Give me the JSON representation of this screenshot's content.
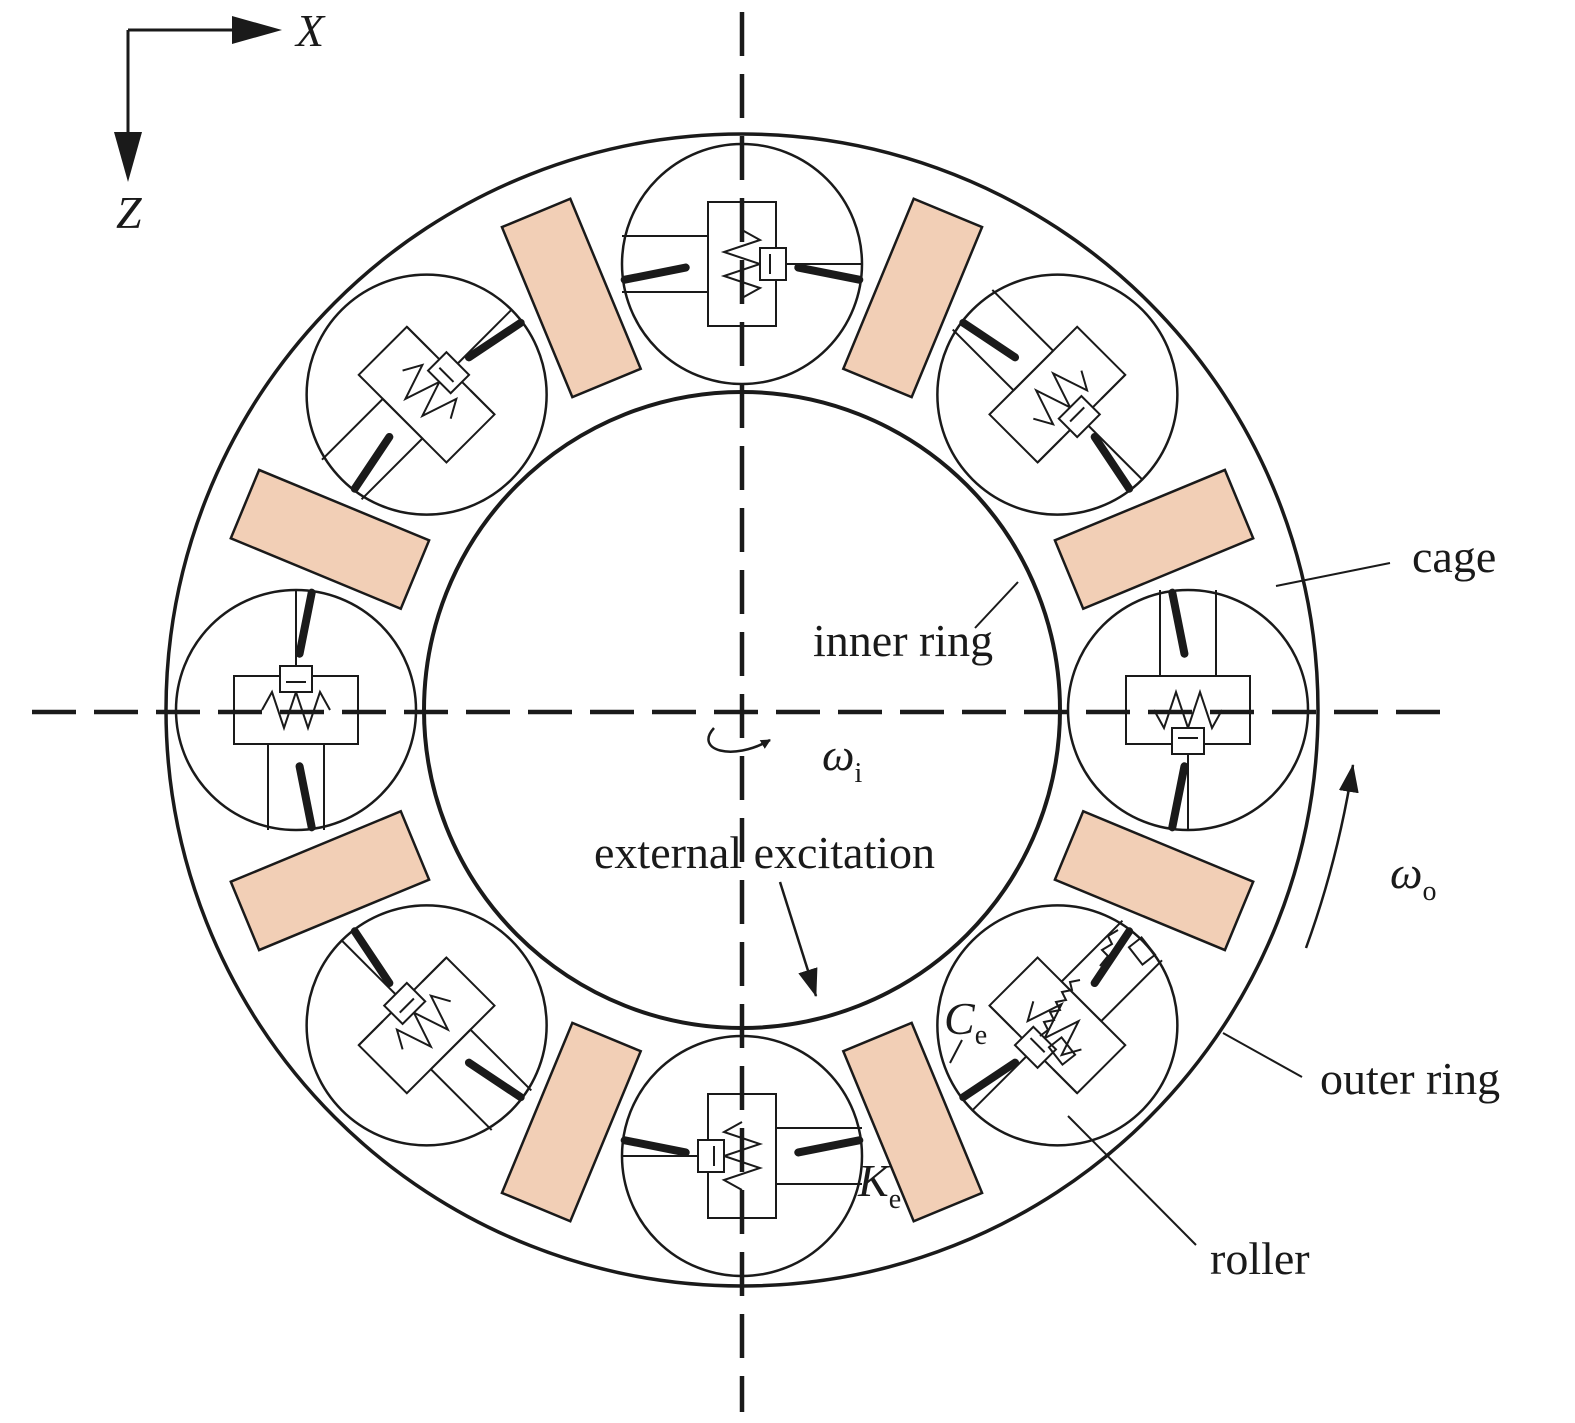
{
  "axes": {
    "x_label": "X",
    "z_label": "Z"
  },
  "labels": {
    "cage": "cage",
    "inner_ring": "inner ring",
    "outer_ring": "outer ring",
    "roller": "roller",
    "external_excitation": "external excitation"
  },
  "symbols": {
    "omega_i": {
      "base": "ω",
      "sub": "i"
    },
    "omega_o": {
      "base": "ω",
      "sub": "o"
    },
    "C_e": {
      "base": "C",
      "sub": "e"
    },
    "K_e": {
      "base": "K",
      "sub": "e"
    }
  },
  "colors": {
    "cage_fill": "#f2cfb6",
    "line": "#1a1a1a",
    "background": "#ffffff"
  },
  "bearing": {
    "roller_count": 8,
    "cage_pocket_count": 8
  }
}
